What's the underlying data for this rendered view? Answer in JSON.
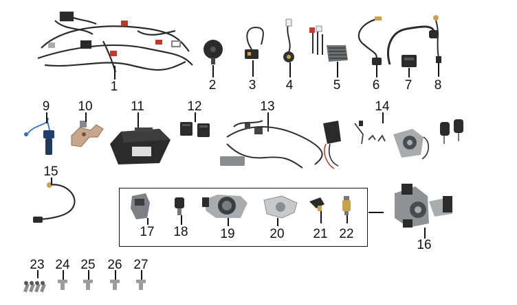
{
  "diagram": {
    "parts": [
      {
        "id": "part-1",
        "label": "1",
        "icon": "wiring-harness"
      },
      {
        "id": "part-2",
        "label": "2",
        "icon": "horn"
      },
      {
        "id": "part-3",
        "label": "3",
        "icon": "switch-with-cable"
      },
      {
        "id": "part-4",
        "label": "4",
        "icon": "sensor-with-cable"
      },
      {
        "id": "part-5",
        "label": "5",
        "icon": "regulator-rectifier"
      },
      {
        "id": "part-6",
        "label": "6",
        "icon": "cable-with-connector"
      },
      {
        "id": "part-7",
        "label": "7",
        "icon": "ignition-coil"
      },
      {
        "id": "part-8",
        "label": "8",
        "icon": "sensor-lead"
      },
      {
        "id": "part-9",
        "label": "9",
        "icon": "blue-sensor"
      },
      {
        "id": "part-10",
        "label": "10",
        "icon": "mounting-bracket"
      },
      {
        "id": "part-11",
        "label": "11",
        "icon": "ecu-module"
      },
      {
        "id": "part-12",
        "label": "12",
        "icon": "relays"
      },
      {
        "id": "part-13",
        "label": "13",
        "icon": "sub-harness"
      },
      {
        "id": "part-14",
        "label": "14",
        "icon": "lock-set"
      },
      {
        "id": "part-15",
        "label": "15",
        "icon": "oxygen-sensor"
      },
      {
        "id": "part-16",
        "label": "16",
        "icon": "throttle-body-assembly"
      },
      {
        "id": "part-17",
        "label": "17",
        "icon": "sensor-block"
      },
      {
        "id": "part-18",
        "label": "18",
        "icon": "idle-valve"
      },
      {
        "id": "part-19",
        "label": "19",
        "icon": "throttle-body"
      },
      {
        "id": "part-20",
        "label": "20",
        "icon": "intake-manifold"
      },
      {
        "id": "part-21",
        "label": "21",
        "icon": "temperature-sensor"
      },
      {
        "id": "part-22",
        "label": "22",
        "icon": "injector"
      },
      {
        "id": "part-23",
        "label": "23",
        "icon": "screws-set"
      },
      {
        "id": "part-24",
        "label": "24",
        "icon": "bolt"
      },
      {
        "id": "part-25",
        "label": "25",
        "icon": "bolt"
      },
      {
        "id": "part-26",
        "label": "26",
        "icon": "bolt"
      },
      {
        "id": "part-27",
        "label": "27",
        "icon": "bolt"
      }
    ],
    "colors": {
      "ink": "#111111",
      "part_dark": "#2b2b2b",
      "part_metal": "#a9abae",
      "wire_red": "#c0392b",
      "wire_blue": "#2e6fc4",
      "brass": "#c9a24a"
    }
  }
}
